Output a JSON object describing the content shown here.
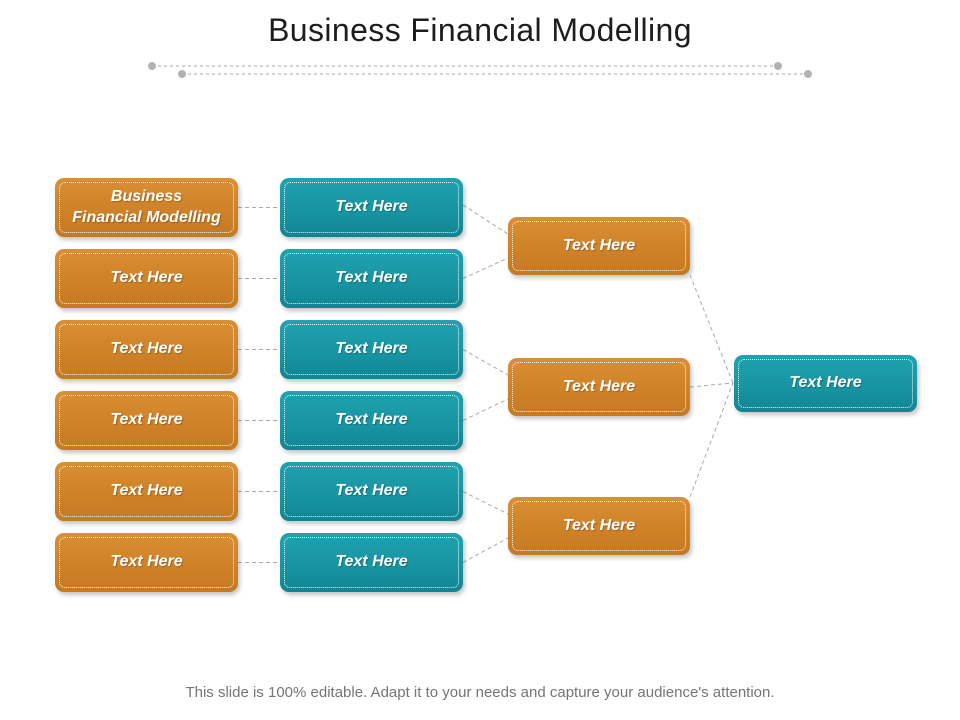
{
  "slide": {
    "title": "Business Financial Modelling",
    "footer": "This slide is 100% editable. Adapt it to your needs and capture your audience's attention."
  },
  "colors": {
    "orange_box": "#cf8329",
    "teal_box": "#1795a3",
    "connector_line": "#a9a9a9",
    "title_divider_line": "#c6c6c6",
    "title_divider_dot": "#b2b2b2",
    "title_text": "#1d1d1d",
    "footer_text": "#757575",
    "box_text": "#ffffff"
  },
  "diagram": {
    "level1": {
      "boxes": [
        {
          "label": "Business\nFinancial Modelling"
        },
        {
          "label": "Text Here"
        },
        {
          "label": "Text Here"
        },
        {
          "label": "Text Here"
        },
        {
          "label": "Text Here"
        },
        {
          "label": "Text Here"
        }
      ]
    },
    "level2": {
      "boxes": [
        {
          "label": "Text Here"
        },
        {
          "label": "Text Here"
        },
        {
          "label": "Text Here"
        },
        {
          "label": "Text Here"
        },
        {
          "label": "Text Here"
        },
        {
          "label": "Text Here"
        }
      ]
    },
    "level3": {
      "boxes": [
        {
          "label": "Text Here"
        },
        {
          "label": "Text Here"
        },
        {
          "label": "Text Here"
        }
      ]
    },
    "level4": {
      "boxes": [
        {
          "label": "Text Here"
        }
      ]
    }
  }
}
